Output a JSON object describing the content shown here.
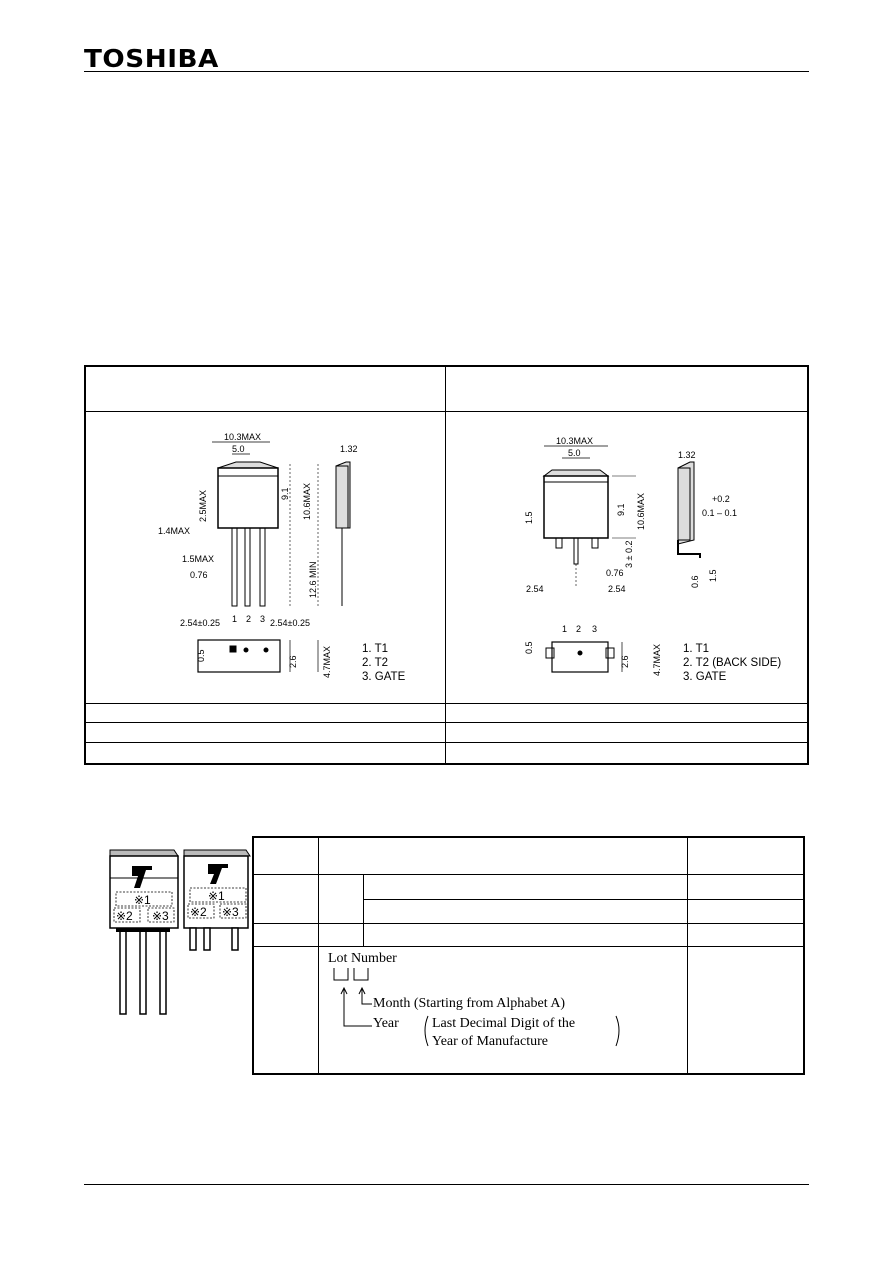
{
  "header": {
    "logo": "TOSHIBA"
  },
  "packages": {
    "left": {
      "dims": {
        "width_max": "10.3MAX",
        "center": "5.0",
        "lead_w": "1.32",
        "h_9_1": "9.1",
        "h_max": "10.6MAX",
        "d_25max": "2.5MAX",
        "d_14max": "1.4MAX",
        "d_1max": "1.5MAX",
        "d_076": "0.76",
        "lead_len": "12.6 MIN",
        "pitch_l": "2.54±0.25",
        "pitch_r": "2.54±0.25",
        "d_05": "0.5",
        "d_26": "2.6",
        "d_47max": "4.7MAX"
      },
      "pin_numbers": [
        "1",
        "2",
        "3"
      ],
      "pins": [
        "1.   T1",
        "2.   T2",
        "3.   GATE"
      ]
    },
    "right": {
      "dims": {
        "width_max": "10.3MAX",
        "center": "5.0",
        "lead_w": "1.32",
        "tol": "+0.2",
        "tol2": "0.1 – 0.1",
        "h_9_1": "9.1",
        "h_max": "10.6MAX",
        "d_15": "1.5",
        "d_3": "3 ± 0.2",
        "d_076": "0.76",
        "d_06": "0.6",
        "d_15b": "1.5",
        "pitch_l": "2.54",
        "pitch_r": "2.54",
        "d_05": "0.5",
        "d_26": "2.6",
        "d_47max": "4.7MAX"
      },
      "pin_numbers": [
        "1",
        "2",
        "3"
      ],
      "pins": [
        "1.   T1",
        "2.   T2 (BACK SIDE)",
        "3.   GATE"
      ]
    }
  },
  "marking": {
    "marks": [
      "※1",
      "※2",
      "※3"
    ],
    "lot": {
      "label": "Lot Number",
      "month": "Month (Starting from Alphabet A)",
      "year": "Year",
      "year_desc1": "Last Decimal Digit of the",
      "year_desc2": "Year of Manufacture"
    }
  }
}
